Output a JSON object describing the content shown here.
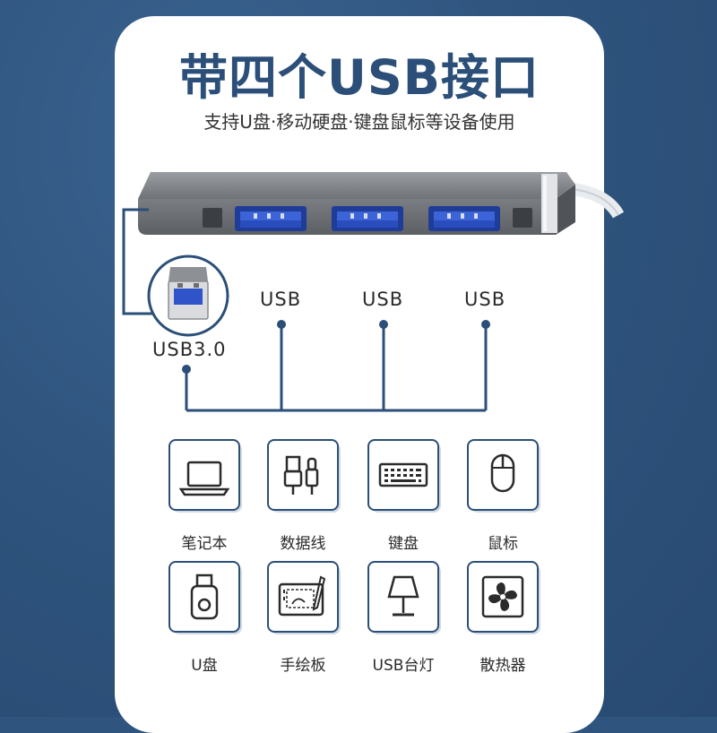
{
  "title": "带四个USB接口",
  "subtitle": "支持U盘·移动硬盘·键盘鼠标等设备使用",
  "ports": {
    "usb_a": "USB",
    "usb_b": "USB",
    "usb_c": "USB",
    "connector": "USB3.0"
  },
  "devices": [
    {
      "label": "笔记本",
      "icon": "laptop-icon"
    },
    {
      "label": "数据线",
      "icon": "data-cable-icon"
    },
    {
      "label": "键盘",
      "icon": "keyboard-icon"
    },
    {
      "label": "鼠标",
      "icon": "mouse-icon"
    },
    {
      "label": "U盘",
      "icon": "usb-drive-icon"
    },
    {
      "label": "手绘板",
      "icon": "drawing-tablet-icon"
    },
    {
      "label": "USB台灯",
      "icon": "desk-lamp-icon"
    },
    {
      "label": "散热器",
      "icon": "cooling-fan-icon"
    }
  ],
  "colors": {
    "background": "#2f557f",
    "accent": "#2b4f78",
    "port_blue": "#2f53c8",
    "hub_gray": "#6e7176"
  }
}
